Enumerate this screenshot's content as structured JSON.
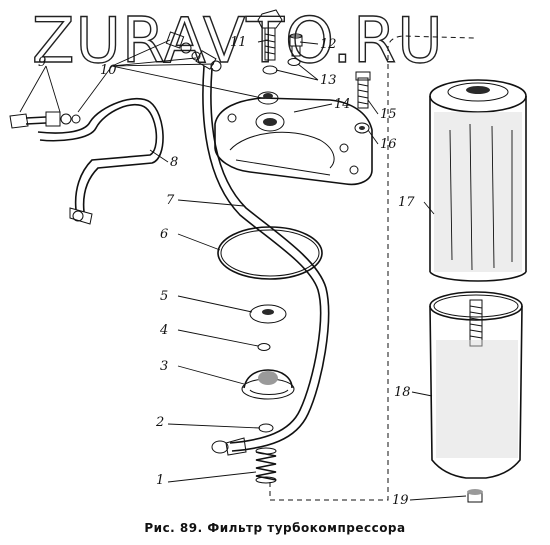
{
  "watermark": "ZURAVTO.RU",
  "caption": "Рис. 89. Фильтр турбокомпрессора",
  "callouts": {
    "c1": "1",
    "c2": "2",
    "c3": "3",
    "c4": "4",
    "c5": "5",
    "c6": "6",
    "c7": "7",
    "c8": "8",
    "c9": "9",
    "c10": "10",
    "c11": "11",
    "c12": "12",
    "c13": "13",
    "c14": "14",
    "c15": "15",
    "c16": "16",
    "c17": "17",
    "c18": "18",
    "c19": "19"
  },
  "colors": {
    "ink": "#111111",
    "shade": "#9a9a9a",
    "background": "#ffffff"
  }
}
